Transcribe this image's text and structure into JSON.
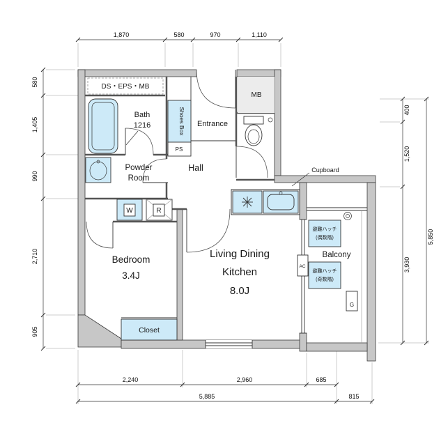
{
  "rooms": {
    "ds_eps_mb": "DS・EPS・MB",
    "bath": {
      "name": "Bath",
      "size": "1216"
    },
    "shoes_box": "Shoes Box",
    "ps": "PS",
    "entrance": "Entrance",
    "mb": "MB",
    "powder": {
      "line1": "Powder",
      "line2": "Room"
    },
    "hall": "Hall",
    "cupboard": "Cupboard",
    "washer": "W",
    "fridge": "R",
    "bedroom": {
      "name": "Bedroom",
      "size": "3.4J"
    },
    "ldk": {
      "line1": "Living Dining",
      "line2": "Kitchen",
      "size": "8.0J"
    },
    "closet": "Closet",
    "balcony": "Balcony",
    "ac": "AC",
    "g": "G",
    "hatch_even": {
      "line1": "避難ハッチ",
      "line2": "(偶数階)"
    },
    "hatch_odd": {
      "line1": "避難ハッチ",
      "line2": "(奇数階)"
    }
  },
  "dimensions": {
    "top": [
      "1,870",
      "580",
      "970",
      "1,110"
    ],
    "left": [
      "580",
      "1,405",
      "990",
      "2,710",
      "905"
    ],
    "right_inner": [
      "400",
      "1,520",
      "3,930"
    ],
    "right_outer": [
      "5,850"
    ],
    "bottom_upper": [
      "2,240",
      "2,960",
      "685"
    ],
    "bottom_lower": [
      "5,885",
      "815"
    ]
  },
  "colors": {
    "wall": "#c7c7c7",
    "fixture": "#cdeaf8"
  }
}
